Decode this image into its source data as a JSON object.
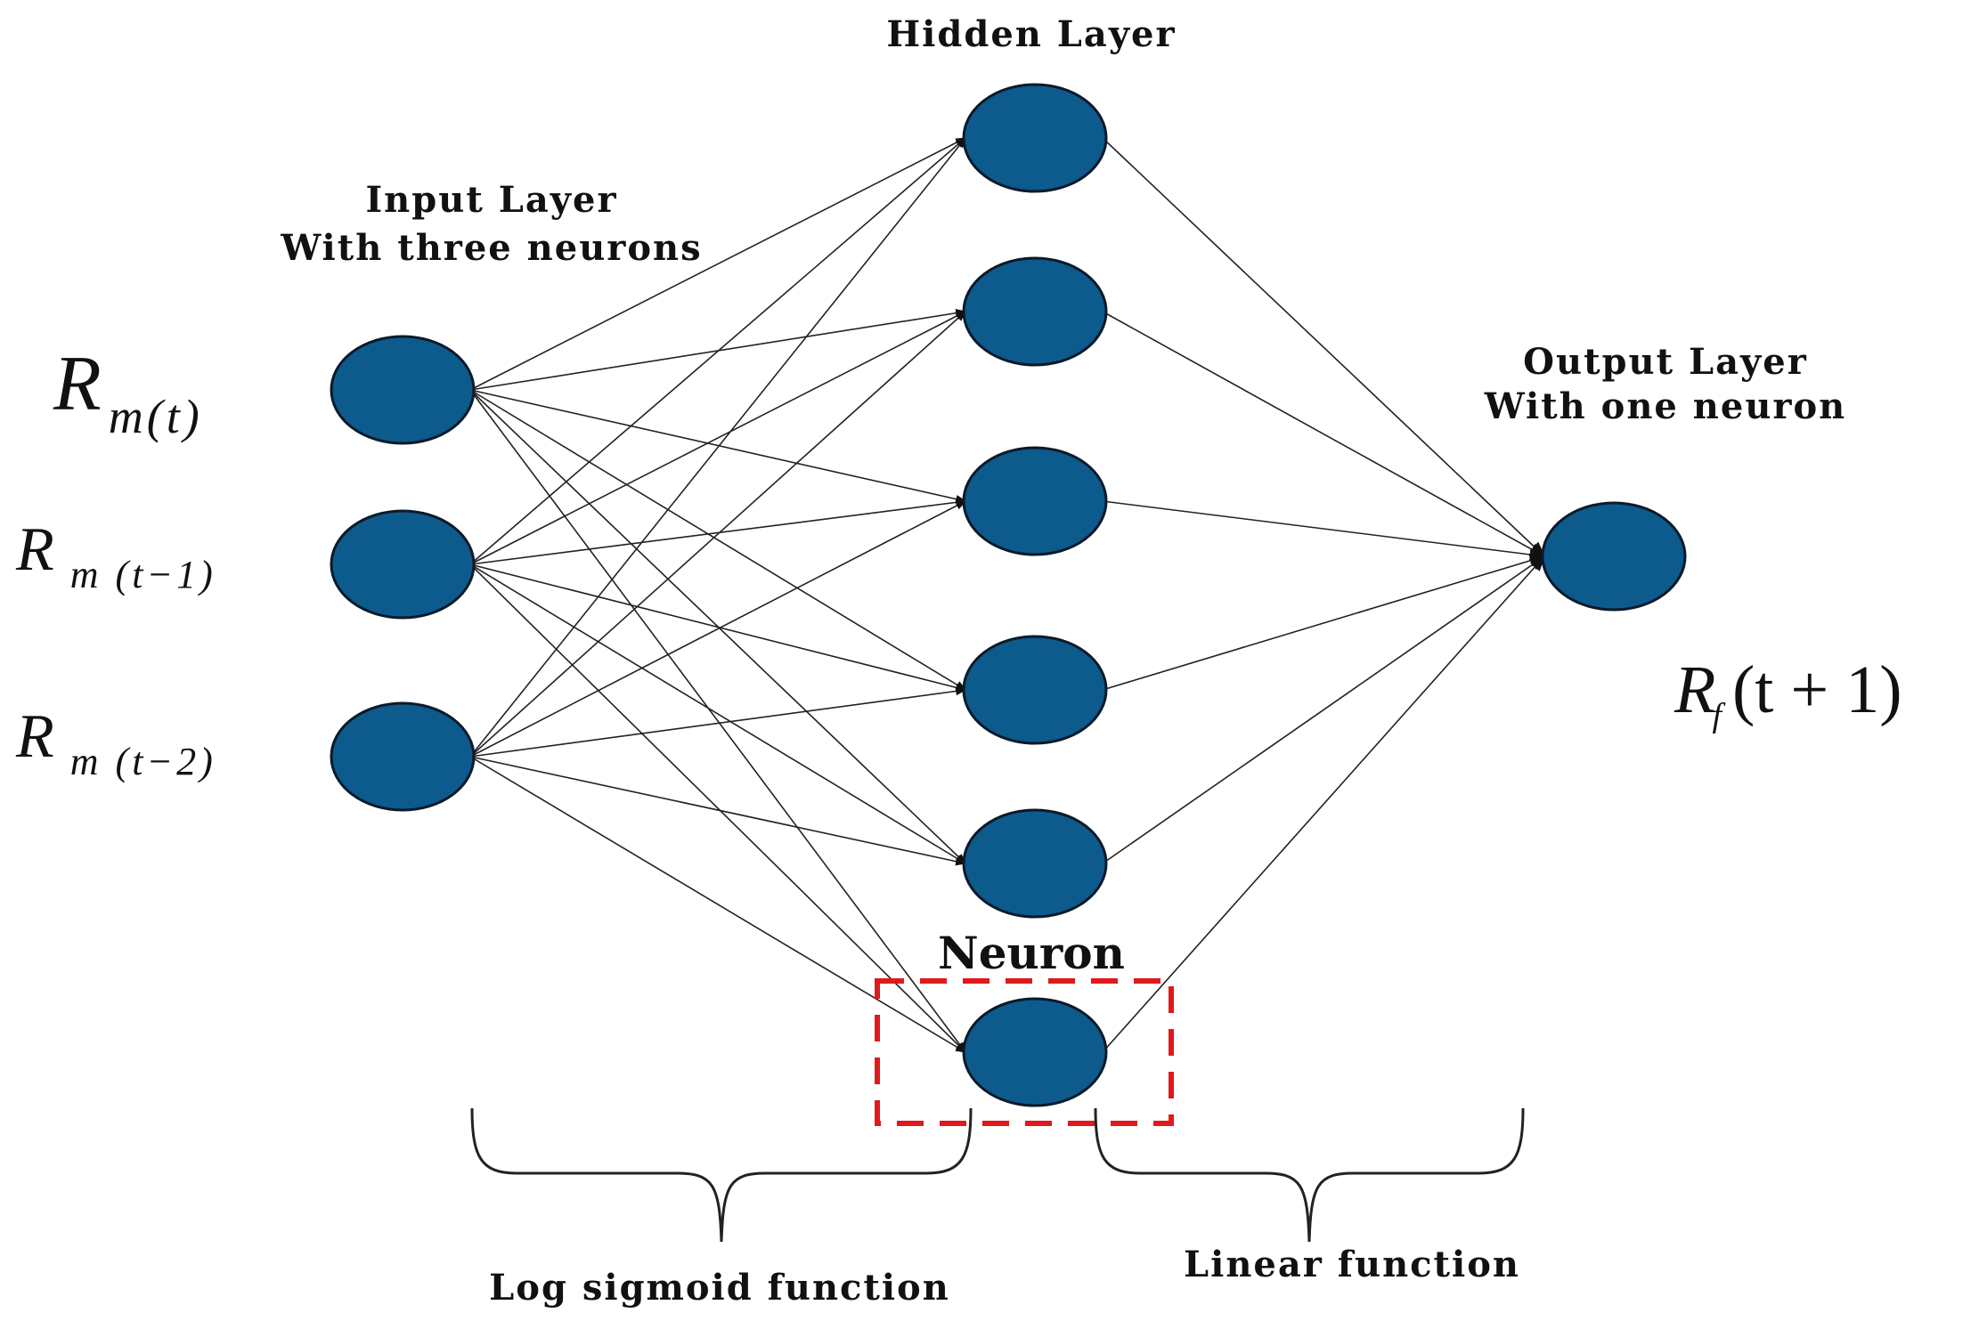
{
  "layers": {
    "input": {
      "title_line1": "Input Layer",
      "title_line2": "With three neurons",
      "variables": [
        {
          "main": "R",
          "sub": "m(t)"
        },
        {
          "main": "R",
          "sub": "m (t−1)"
        },
        {
          "main": "R",
          "sub": "m (t−2)"
        }
      ]
    },
    "hidden": {
      "title": "Hidden Layer",
      "neuron_count": 6
    },
    "output": {
      "title_line1": "Output Layer",
      "title_line2": "With one neuron",
      "variable": {
        "main": "R",
        "sub": "f",
        "tail": "(t + 1)"
      }
    }
  },
  "annotations": {
    "neuron": "Neuron",
    "log_sigmoid": "Log sigmoid function",
    "linear": "Linear function"
  },
  "colors": {
    "node_fill": "#0d5a8c",
    "highlight": "#e0191d"
  }
}
